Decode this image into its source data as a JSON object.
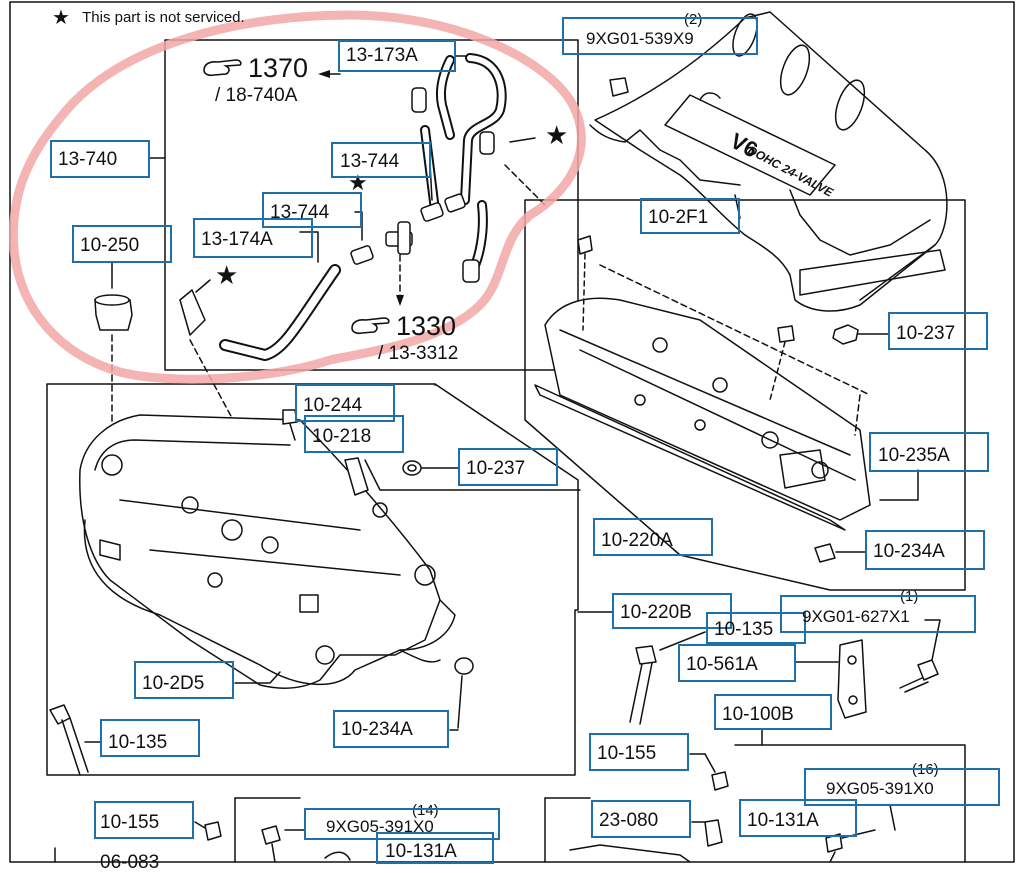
{
  "note": {
    "star": "★",
    "text": "This part is not serviced."
  },
  "callouts": {
    "c_13_173a": "13-173A",
    "c_9xg01_539x9": "9XG01-539X9",
    "c_13_740": "13-740",
    "c_13_744_a": "13-744",
    "c_13_744_b": "13-744",
    "c_13_174a": "13-174A",
    "c_10_250": "10-250",
    "c_10_2f1": "10-2F1",
    "c_10_237_a": "10-237",
    "c_10_244": "10-244",
    "c_10_218": "10-218",
    "c_10_237_b": "10-237",
    "c_10_235a": "10-235A",
    "c_10_220a": "10-220A",
    "c_10_234a_a": "10-234A",
    "c_10_220b": "10-220B",
    "c_10_135_a": "10-135",
    "c_9xg01_627x1": "9XG01-627X1",
    "c_10_561a": "10-561A",
    "c_10_2d5": "10-2D5",
    "c_10_100b": "10-100B",
    "c_10_234a_b": "10-234A",
    "c_10_135_b": "10-135",
    "c_10_155_a": "10-155",
    "c_9xg05_391x0_a": "9XG05-391X0",
    "c_10_155_b": "10-155",
    "c_23_080": "23-080",
    "c_10_131a_a": "10-131A",
    "c_9xg05_391x0_b": "9XG05-391X0",
    "c_10_131a_b": "10-131A",
    "c_cut_bottom": "06-083"
  },
  "quantities": {
    "q_2": "(2)",
    "q_1": "(1)",
    "q_16": "(16)",
    "q_14": "(14)"
  },
  "part_refs": {
    "r1370_num": "1370",
    "r1370_sub": "/ 18-740A",
    "r1330_num": "1330",
    "r1330_sub": "/ 13-3312"
  },
  "engine_cover_text": {
    "brand": "V6",
    "sub": "DOHC 24-VALVE"
  },
  "colors": {
    "callout_border": "#1f6fa8",
    "highlight_ring": "#f2a7a7",
    "line": "#111111"
  }
}
